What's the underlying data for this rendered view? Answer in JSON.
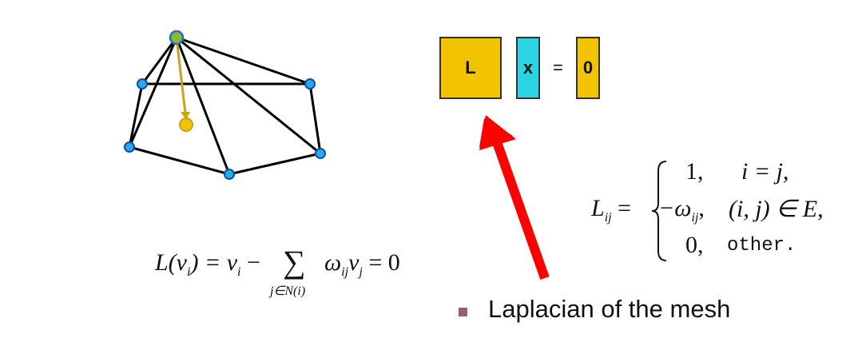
{
  "matrix_eq": {
    "L": "L",
    "x": "x",
    "equals": "=",
    "zero": "0"
  },
  "colors": {
    "yellow": "#f2c300",
    "cyan": "#2ad4e0",
    "red_arrow": "#ff0000",
    "vertex": "#2aa8ea",
    "center_vertex": "#8db82a",
    "projection": "#c9a21a",
    "bullet": "#9b5b7d"
  },
  "icons": {
    "bullet": "square-bullet-icon"
  },
  "lij_definition": {
    "lhs": "L",
    "lhs_sub": "ij",
    "eq": "=",
    "rows": [
      {
        "value": "1,",
        "cond": "i = j,"
      },
      {
        "value": "−ω",
        "value_sub": "ij",
        "value_tail": ",",
        "cond": "(i, j) ∈ E,"
      },
      {
        "value": "0,",
        "cond": "other."
      }
    ]
  },
  "laplace_formula": {
    "lhs": "L(v",
    "lhs_sub": "i",
    "lhs_close": ") = v",
    "v_sub": "i",
    "minus": "−",
    "sum": "∑",
    "sum_under": "j∈N(i)",
    "omega": "ω",
    "omega_sub": "ij",
    "vj": "v",
    "vj_sub": "j",
    "rhs": "= 0"
  },
  "bullet": {
    "text": "Laplacian of the mesh"
  }
}
